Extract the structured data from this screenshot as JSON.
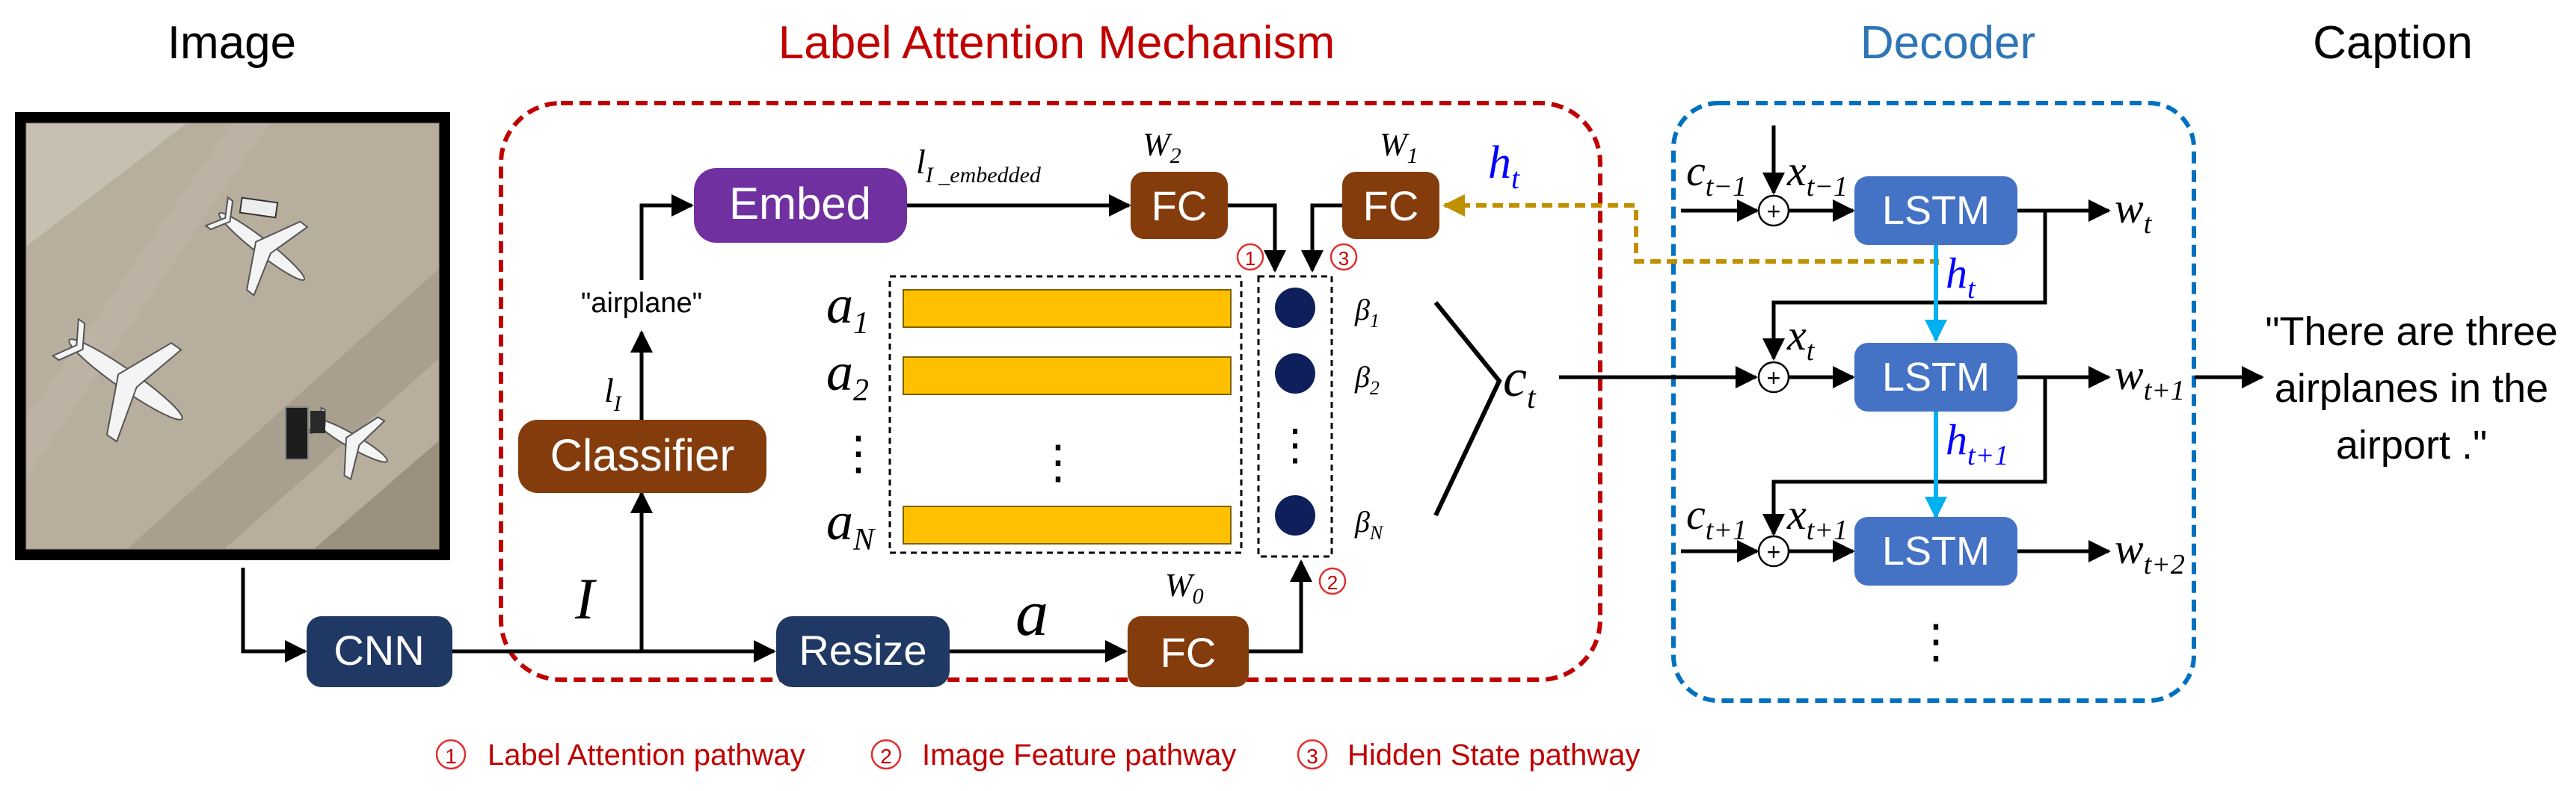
{
  "headers": {
    "image": "Image",
    "lam": "Label Attention Mechanism",
    "decoder": "Decoder",
    "caption": "Caption"
  },
  "blocks": {
    "cnn": "CNN",
    "classifier": "Classifier",
    "embed": "Embed",
    "resize": "Resize",
    "fc_w2": "FC",
    "fc_w1": "FC",
    "fc_w0": "FC",
    "lstm": [
      "LSTM",
      "LSTM",
      "LSTM"
    ]
  },
  "labels": {
    "airplane": "\"airplane\"",
    "feature_I": "I",
    "a": "a",
    "l_I": "l",
    "l_I_sub": "I",
    "l_embedded": "l",
    "l_embedded_sub": "I _embedded",
    "W2": "W",
    "W2_sub": "2",
    "W1": "W",
    "W1_sub": "1",
    "W0": "W",
    "W0_sub": "0",
    "h_t": "h",
    "h_t_sub": "t",
    "c_t": "c",
    "c_t_sub": "t",
    "dots": "⋮"
  },
  "features": [
    {
      "sym": "a",
      "sub": "1",
      "beta": "β",
      "beta_sub": "1"
    },
    {
      "sym": "a",
      "sub": "2",
      "beta": "β",
      "beta_sub": "2"
    },
    {
      "sym": "a",
      "sub": "N",
      "beta": "β",
      "beta_sub": "N"
    }
  ],
  "decoder_labels": {
    "c_prev": "c",
    "c_prev_sub": "t−1",
    "x_prev": "x",
    "x_prev_sub": "t−1",
    "x_t": "x",
    "x_t_sub": "t",
    "c_next": "c",
    "c_next_sub": "t+1",
    "x_next": "x",
    "x_next_sub": "t+1",
    "h_t": "h",
    "h_t_sub": "t",
    "h_next": "h",
    "h_next_sub": "t+1",
    "w_t": "w",
    "w_t_sub": "t",
    "w_t1": "w",
    "w_t1_sub": "t+1",
    "w_t2": "w",
    "w_t2_sub": "t+2",
    "plus": "+"
  },
  "caption_lines": [
    "\"There are three",
    "airplanes in the",
    "airport .\""
  ],
  "legend": [
    {
      "num": "1",
      "text": "Label Attention pathway"
    },
    {
      "num": "2",
      "text": "Image Feature pathway"
    },
    {
      "num": "3",
      "text": "Hidden State pathway"
    }
  ],
  "colors": {
    "brown": "#843C0C",
    "navy": "#203864",
    "purple": "#7030A0",
    "steel_blue": "#4472C4",
    "lam_border": "#C00000",
    "decoder_border": "#0070C0",
    "decoder_title": "#2E75B6",
    "feature_bar": "#FFC000",
    "attention_dot": "#0F1F5C",
    "hidden_state_path": "#BF9000",
    "lstm_h_arrow": "#00B0F0",
    "h_label": "#0000FF"
  },
  "icons": {
    "input_image": "aerial-airport-photo"
  }
}
